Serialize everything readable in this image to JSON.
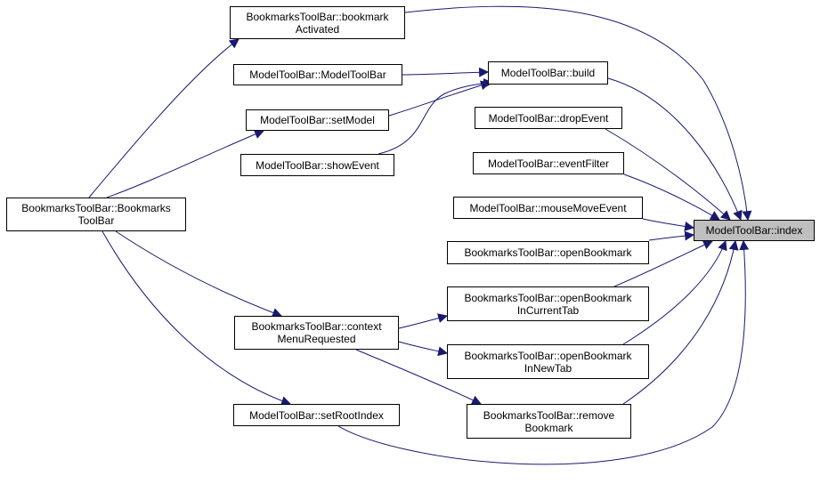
{
  "graph": {
    "edge_color": "#191970",
    "focus_fill": "#bfbfbf",
    "node_fill": "#ffffff",
    "nodes": [
      {
        "id": "bm_activated",
        "lines": [
          "BookmarksToolBar::bookmark",
          "Activated"
        ]
      },
      {
        "id": "mt_ctor",
        "lines": [
          "ModelToolBar::ModelToolBar"
        ]
      },
      {
        "id": "mt_build",
        "lines": [
          "ModelToolBar::build"
        ]
      },
      {
        "id": "mt_setmodel",
        "lines": [
          "ModelToolBar::setModel"
        ]
      },
      {
        "id": "mt_showevent",
        "lines": [
          "ModelToolBar::showEvent"
        ]
      },
      {
        "id": "mt_dropevent",
        "lines": [
          "ModelToolBar::dropEvent"
        ]
      },
      {
        "id": "mt_eventfilter",
        "lines": [
          "ModelToolBar::eventFilter"
        ]
      },
      {
        "id": "mt_mousemove",
        "lines": [
          "ModelToolBar::mouseMoveEvent"
        ]
      },
      {
        "id": "bm_ctor",
        "lines": [
          "BookmarksToolBar::Bookmarks",
          "ToolBar"
        ]
      },
      {
        "id": "mt_index",
        "lines": [
          "ModelToolBar::index"
        ],
        "focus": true
      },
      {
        "id": "bm_open",
        "lines": [
          "BookmarksToolBar::openBookmark"
        ]
      },
      {
        "id": "bm_open_cur",
        "lines": [
          "BookmarksToolBar::openBookmark",
          "InCurrentTab"
        ]
      },
      {
        "id": "bm_context",
        "lines": [
          "BookmarksToolBar::context",
          "MenuRequested"
        ]
      },
      {
        "id": "bm_open_new",
        "lines": [
          "BookmarksToolBar::openBookmark",
          "InNewTab"
        ]
      },
      {
        "id": "mt_setroot",
        "lines": [
          "ModelToolBar::setRootIndex"
        ]
      },
      {
        "id": "bm_remove",
        "lines": [
          "BookmarksToolBar::remove",
          "Bookmark"
        ]
      }
    ],
    "edges": [
      {
        "from": "bm_ctor",
        "to": "bm_activated"
      },
      {
        "from": "bm_ctor",
        "to": "mt_setmodel"
      },
      {
        "from": "bm_ctor",
        "to": "bm_context"
      },
      {
        "from": "bm_ctor",
        "to": "mt_setroot"
      },
      {
        "from": "mt_ctor",
        "to": "mt_build"
      },
      {
        "from": "mt_setmodel",
        "to": "mt_build"
      },
      {
        "from": "mt_showevent",
        "to": "mt_build"
      },
      {
        "from": "bm_context",
        "to": "bm_open_cur"
      },
      {
        "from": "bm_context",
        "to": "bm_open_new"
      },
      {
        "from": "bm_context",
        "to": "bm_remove"
      },
      {
        "from": "bm_activated",
        "to": "mt_index"
      },
      {
        "from": "mt_build",
        "to": "mt_index"
      },
      {
        "from": "mt_dropevent",
        "to": "mt_index"
      },
      {
        "from": "mt_eventfilter",
        "to": "mt_index"
      },
      {
        "from": "mt_mousemove",
        "to": "mt_index"
      },
      {
        "from": "bm_open",
        "to": "mt_index"
      },
      {
        "from": "bm_open_cur",
        "to": "mt_index"
      },
      {
        "from": "bm_open_new",
        "to": "mt_index"
      },
      {
        "from": "bm_remove",
        "to": "mt_index"
      },
      {
        "from": "mt_setroot",
        "to": "mt_index"
      }
    ]
  }
}
